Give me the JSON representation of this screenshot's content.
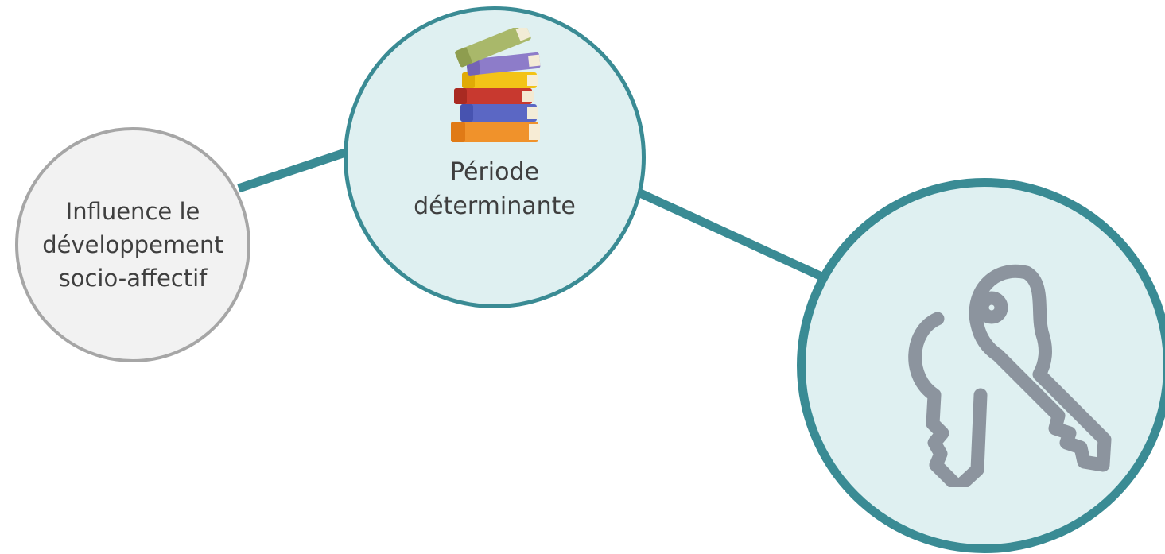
{
  "nodes": {
    "left": {
      "lines": [
        "Influence le",
        "développement",
        "socio-affectif"
      ]
    },
    "middle": {
      "icon": "books-stack-icon",
      "lines": [
        "Période",
        "déterminante"
      ]
    },
    "right": {
      "icon": "keys-icon",
      "lines": []
    }
  },
  "colors": {
    "teal_accent": "#3a8b94",
    "teal_fill": "#dff0f1",
    "gray_border": "#a6a6a6",
    "gray_fill": "#f2f2f2",
    "key_gray": "#8c949e",
    "text": "#3f3f3f"
  }
}
